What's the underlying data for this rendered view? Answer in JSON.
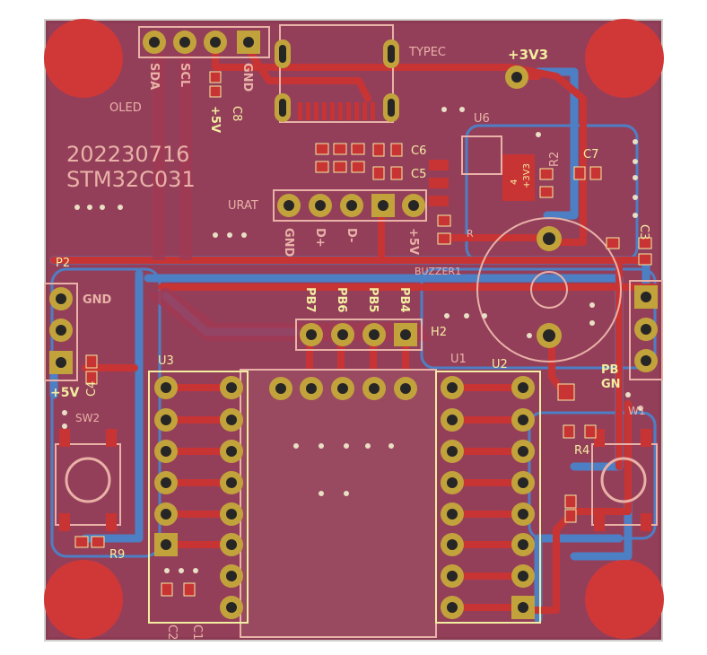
{
  "board": {
    "date_label": "202230716",
    "chip_label": "STM32C031",
    "colors": {
      "copper_front": "#c83434",
      "copper_back": "#4d7fc4",
      "silk_front": "#f2eda1",
      "silk_back": "#e8b2a7",
      "outline": "#d0d2cd",
      "pad_ring": "#c2a33b",
      "board_bg": "#ffffff"
    }
  },
  "labels": {
    "oled": "OLED",
    "typec": "TYPEC",
    "urat": "URAT",
    "p3v3": "+3V3",
    "u6": "U6",
    "r2": "R2",
    "c7": "C7",
    "c6": "C6",
    "c5": "C5",
    "c3": "C3",
    "c8": "C8",
    "p5v_c8": "+5V",
    "buzzer": "BUZZER1",
    "p2": "P2",
    "gnd": "GND",
    "p5v_left": "+5V",
    "h2": "H2",
    "u1": "U1",
    "u2": "U2",
    "u3": "U3",
    "sw2": "SW2",
    "sw1": "W1",
    "r4": "R4",
    "r9": "R9",
    "c1": "C1",
    "c2": "C2",
    "c4": "C4",
    "u6_mark": "+3V3",
    "u6_pin": "4",
    "pb": "PB",
    "gn": "GN",
    "r_near": "R"
  },
  "oled_pins": [
    "SDA",
    "SCL",
    "GND"
  ],
  "urat_pins": [
    "GND",
    "D+",
    "D-",
    "+5V"
  ],
  "h2_pins": [
    "PB7",
    "PB6",
    "PB5",
    "PB4"
  ]
}
